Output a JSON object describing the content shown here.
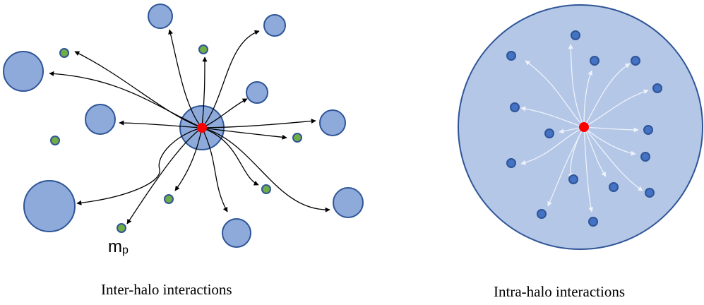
{
  "diagrams": {
    "inter": {
      "caption": "Inter-halo interactions",
      "particle_label": "m",
      "particle_label_sub": "p"
    },
    "intra": {
      "caption": "Intra-halo interactions"
    }
  },
  "colors": {
    "halo_fill": "#8eaadb",
    "halo_stroke": "#2f5597",
    "particle_fill": "#70ad47",
    "particle_stroke": "#2f5597",
    "center": "#ff0000",
    "big_halo_fill": "#b4c7e7",
    "subhalo_fill": "#4472c4",
    "arrow_dark": "#000000",
    "arrow_light": "#eef2fa"
  }
}
